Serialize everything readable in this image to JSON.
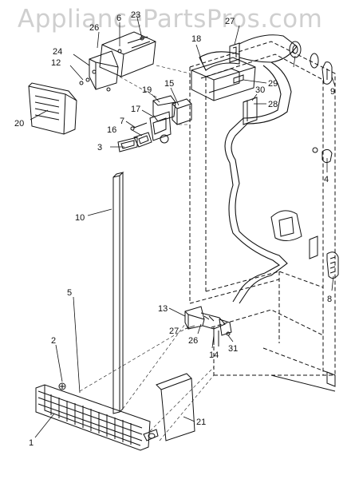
{
  "watermark": "AppliancePartsPros.com",
  "labels": {
    "p1": "1",
    "p2": "2",
    "p3": "3",
    "p4": "4",
    "p5": "5",
    "p6": "6",
    "p7": "7",
    "p8": "8",
    "p9": "9",
    "p10": "10",
    "p12": "12",
    "p13": "13",
    "p14": "14",
    "p15": "15",
    "p16": "16",
    "p17": "17",
    "p18": "18",
    "p19": "19",
    "p20": "20",
    "p21": "21",
    "p23": "23",
    "p24": "24",
    "p26a": "26",
    "p26b": "26",
    "p27a": "27",
    "p27b": "27",
    "p28": "28",
    "p29": "29",
    "p30": "30",
    "p31": "31"
  }
}
